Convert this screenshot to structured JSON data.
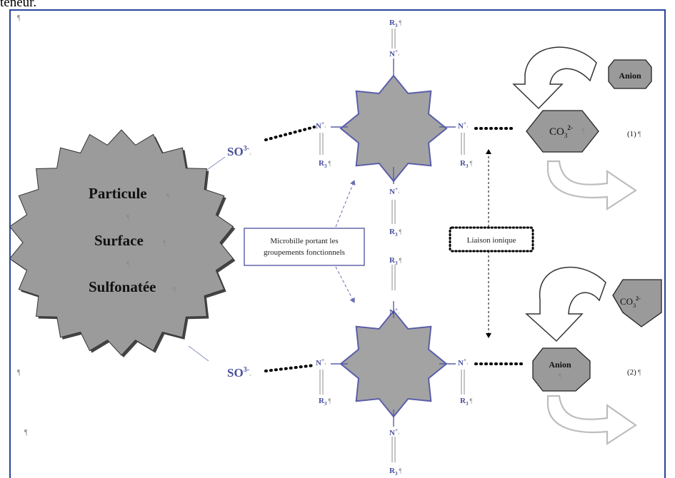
{
  "caption": "teneur.",
  "pilcrow": "¶",
  "particle": {
    "line1": "Particule",
    "line2": "Surface",
    "line3": "Sulfonatée"
  },
  "sulfonate": {
    "base": "SO",
    "charge": "3-",
    "mark": "‹"
  },
  "amine": {
    "n": "N",
    "charge": "+",
    "mark": "‹",
    "r": "R",
    "r_sub": "3"
  },
  "microbead_box": {
    "line1": "Microbille portant les",
    "line2": "groupements fonctionnels"
  },
  "ionic_link_label": "Liaison ionique",
  "anion_label": "Anion",
  "carbonate": {
    "base": "CO",
    "sub": "3",
    "sup": "2-"
  },
  "step_labels": [
    "(1)",
    "(2)"
  ],
  "colors": {
    "frame": "#27479a",
    "star_fill": "#a3a3a3",
    "star_stroke": "#5a5ea8",
    "particle_fill": "#9b9b9b",
    "label_blue": "#4a4f9e",
    "anion_fill": "#9a9a9a",
    "light_arrow": "#bdbdbd"
  }
}
